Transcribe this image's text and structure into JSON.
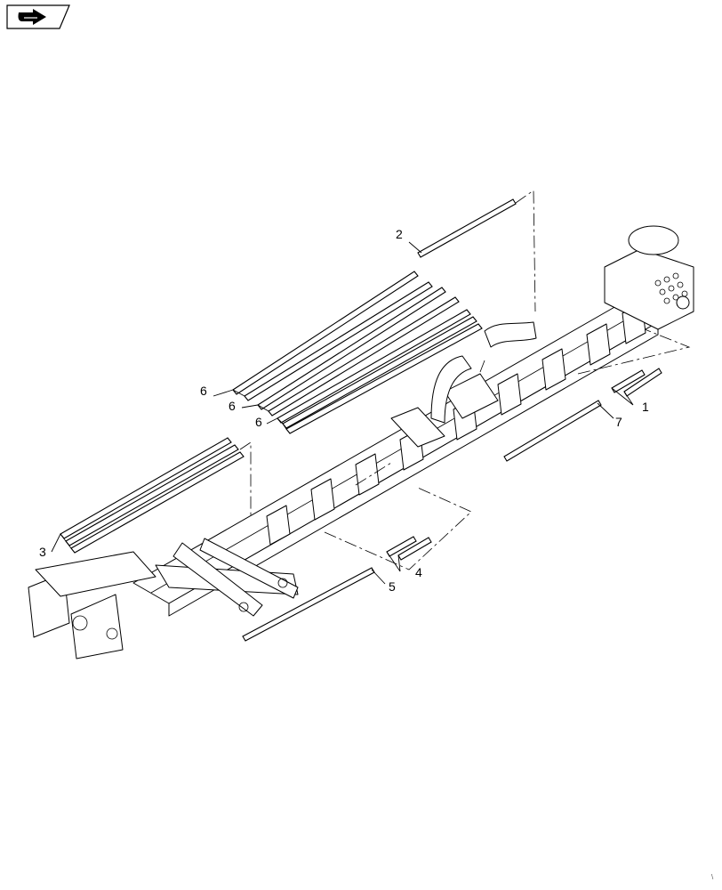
{
  "nav_icon": {
    "name": "next-page-arrow-icon"
  },
  "callouts": {
    "c1": "1",
    "c2": "2",
    "c3": "3",
    "c4": "4",
    "c5": "5",
    "c6a": "6",
    "c6b": "6",
    "c6c": "6",
    "c7": "7"
  },
  "corner_mark": "\\"
}
